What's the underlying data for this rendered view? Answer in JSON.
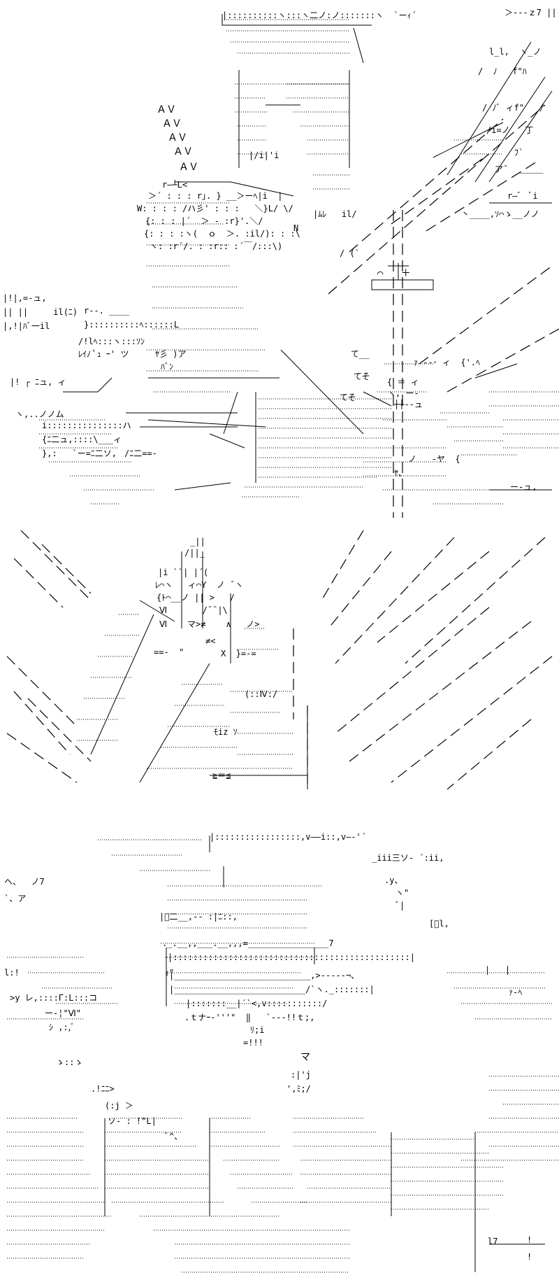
{
  "panel_1": {
    "lines": [
      "|::::::::::ヽ:::ヽ二ノ:ノ:::::::ヽ  `ーｨ´",
      "＞---ｚ7 ||",
      "ＡＶ",
      "ＡＶ",
      "ＡＶ",
      "ＡＶ",
      "ＡＶ",
      "r―┴L<",
      "＞´ : : : r｣. } __＞ーﾍ|i  |",
      "W: : : : /ハ彡' : : :   ＼}L/ \\/",
      "{: : : |´  ＞ - :r}'.＼/",
      "{: : : :ヽ(  ｏ  ＞. :il/): : :\\",
      "ヽ: :r´/. : :r:: :´￣/:::\\)",
      "|!|,=-ュ,",
      "|| ||     il(ﾆ)",
      "|,!|ﾊﾞ一il",
      "r--. ____",
      "}::::::::::ﾍ::::::L",
      "/!lﾍ:::ヽ:::ｿﾝ",
      "ﾚｲﾉ ﾟｭ ｰ' ツ",
      "ﾔ彡 )ア",
      "ﾊﾞﾝ",
      "|! ┌ ﾆュ, ィ",
      "ヽ,..ノノム",
      "i:::::::::::::::ハ",
      "{ﾆ二ュ,::::\\___ィ",
      "},:   `ー=ﾆ二ソ,",
      "/ﾆ二==-",
      "|ﾑﾚ   il/",
      "|/i|'i",
      "N",
      "/ (`",
      "⌒   ＋",
      "ｧ --･ ィ  {'.ﾍ",
      "て__",
      "てそ",
      "てそ",
      "{ ＝ ィ",
      "ヽ, ー-",
      "┼┼--ュ",
      "ノ   -ヤ  {",
      "ﾔ、",
      "ー-ュ,",
      "ﾌ`",
      "ア¯  ＿＿＿",
      "r―ﾞ  ﾞi",
      "丶____,ｿ⌒ゝ__ノノ",
      "l_l,  ヽ_ノ",
      "/  ﾉ   f\"ﾊ",
      "/ ﾉﾞ ィf\"   /",
      "/i=ノ   丁"
    ]
  },
  "panel_2": {
    "lines": [
      "_||",
      "/||_",
      "|i ``| |´(",
      "ﾚ⌒ヽ   ィ⌒Y  ノ ¯ヽ",
      "{ﾄ⌒__ノ || >   /",
      "Ⅵ       /¯¯|\\",
      "Ⅵ    マ>≠    ∧   ノ>",
      "≠<",
      "==-  \"",
      "X  }=-=",
      "(::Ⅳ:/",
      "ﾓiz ｿ",
      "≧＝≦"
    ]
  },
  "panel_3": {
    "lines": [
      "|:::::::::::::::::,v――i::,v―‐'´",
      "_iii三ソ‐ ´:ii,",
      ".y、",
      "ヽ\"",
      "|ﾞ二__,-‐ :|ﾆ::,",
      "[ﾞl,",
      "._.__,,___.__,,,=________________7",
      "|:::::::::::::::::::::::::::::::::::::::::::::::|",
      "ｨ\"",
      "|___________________________,>-‐‐‐‐¬、",
      "|__________________________/`ヽ._:::::::|",
      "|:::::::__|´`<,v:::::::::::/",
      ".ｔナｰ‐'''\"  ‖   `--‐!!ｔ;,",
      "ﾘ;i",
      "=!!!",
      "マ",
      ":|'j",
      "',ﾐ;/",
      "|   |",
      "ｧ-ﾍ",
      ".!ﾆﾆ>",
      "ゝ::ゝ",
      "l7",
      "!",
      "!",
      ">y レ,::::Г:L:::コ",
      "ー-¦\"Ⅵ\"",
      "ｼ ,:,ﾞ",
      "ヘ、  ノ7",
      "`、ア",
      "ﾞ|",
      "l:!",
      "(:j ＞",
      "ソ- : !\"L|",
      "ﾟ^、"
    ]
  }
}
